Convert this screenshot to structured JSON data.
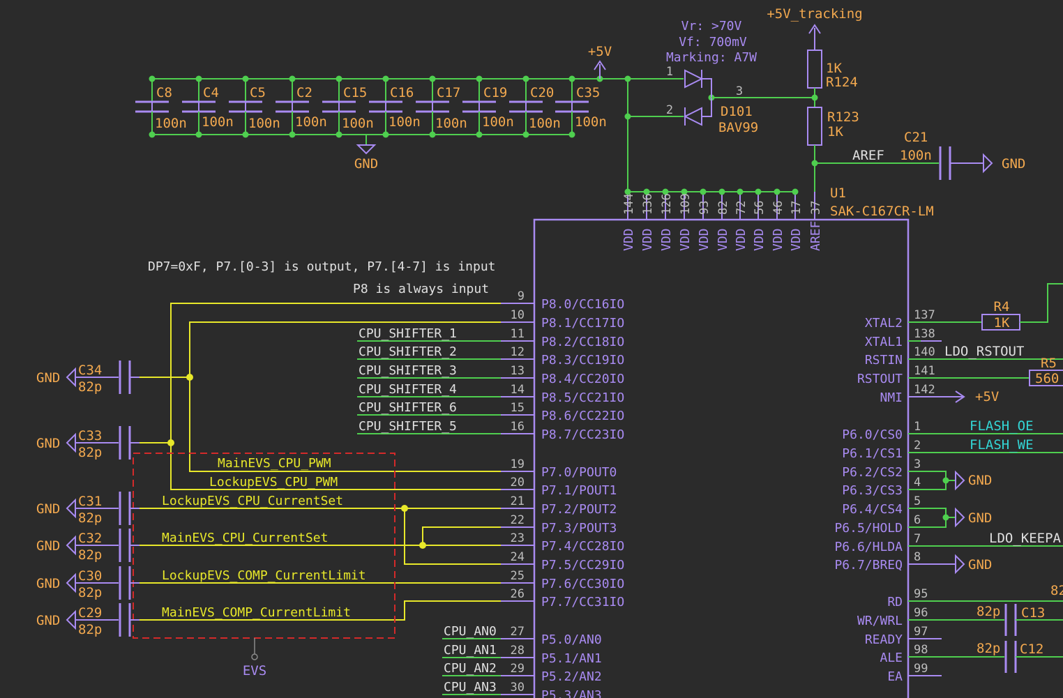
{
  "colors": {
    "background": "#2b2b2b",
    "wire": "#4fcf4f",
    "bus": "#e8e82a",
    "part": "#a98bf2",
    "label": "#f3a94f",
    "netlabel": "#e0e0e0",
    "cyan": "#33d6d6",
    "pinnum": "#bdbdbd",
    "red": "#d42a2a"
  },
  "power": {
    "v5": "+5V",
    "v5_tracking": "+5V_tracking",
    "gnd": "GND"
  },
  "caps": [
    {
      "ref": "C8",
      "value": "100n"
    },
    {
      "ref": "C4",
      "value": "100n"
    },
    {
      "ref": "C5",
      "value": "100n"
    },
    {
      "ref": "C2",
      "value": "100n"
    },
    {
      "ref": "C15",
      "value": "100n"
    },
    {
      "ref": "C16",
      "value": "100n"
    },
    {
      "ref": "C17",
      "value": "100n"
    },
    {
      "ref": "C19",
      "value": "100n"
    },
    {
      "ref": "C20",
      "value": "100n"
    },
    {
      "ref": "C35",
      "value": "100n"
    }
  ],
  "diode": {
    "note1": "Vr: >70V",
    "note2": "Vf: 700mV",
    "note3": "Marking: A7W",
    "ref": "D101",
    "value": "BAV99",
    "pin1": "1",
    "pin2": "2",
    "pin3": "3"
  },
  "resistors": {
    "r124_value": "1K",
    "r124_ref": "R124",
    "r123_ref": "R123",
    "r123_value": "1K",
    "r4_ref": "R4",
    "r4_value": "1K",
    "r5_ref": "R5",
    "r5_value": "560"
  },
  "aref": {
    "net": "AREF",
    "cap_ref": "C21",
    "cap_value": "100n"
  },
  "chip": {
    "ref": "U1",
    "value": "SAK-C167CR-LM",
    "top_pins": [
      {
        "num": "144",
        "name": "VDD"
      },
      {
        "num": "136",
        "name": "VDD"
      },
      {
        "num": "126",
        "name": "VDD"
      },
      {
        "num": "109",
        "name": "VDD"
      },
      {
        "num": "93",
        "name": "VDD"
      },
      {
        "num": "82",
        "name": "VDD"
      },
      {
        "num": "72",
        "name": "VDD"
      },
      {
        "num": "56",
        "name": "VDD"
      },
      {
        "num": "46",
        "name": "VDD"
      },
      {
        "num": "17",
        "name": "VDD"
      },
      {
        "num": "37",
        "name": "AREF"
      }
    ],
    "left_pins": [
      {
        "num": "9",
        "name": "P8.0/CC16IO",
        "net": ""
      },
      {
        "num": "10",
        "name": "P8.1/CC17IO",
        "net": ""
      },
      {
        "num": "11",
        "name": "P8.2/CC18IO",
        "net": "CPU_SHIFTER_1"
      },
      {
        "num": "12",
        "name": "P8.3/CC19IO",
        "net": "CPU_SHIFTER_2"
      },
      {
        "num": "13",
        "name": "P8.4/CC20IO",
        "net": "CPU_SHIFTER_3"
      },
      {
        "num": "14",
        "name": "P8.5/CC21IO",
        "net": "CPU_SHIFTER_4"
      },
      {
        "num": "15",
        "name": "P8.6/CC22IO",
        "net": "CPU_SHIFTER_6"
      },
      {
        "num": "16",
        "name": "P8.7/CC23IO",
        "net": "CPU_SHIFTER_5"
      },
      {
        "num": "19",
        "name": "P7.0/POUT0",
        "net": ""
      },
      {
        "num": "20",
        "name": "P7.1/POUT1",
        "net": ""
      },
      {
        "num": "21",
        "name": "P7.2/POUT2",
        "net": ""
      },
      {
        "num": "22",
        "name": "P7.3/POUT3",
        "net": ""
      },
      {
        "num": "23",
        "name": "P7.4/CC28IO",
        "net": ""
      },
      {
        "num": "24",
        "name": "P7.5/CC29IO",
        "net": ""
      },
      {
        "num": "25",
        "name": "P7.6/CC30IO",
        "net": ""
      },
      {
        "num": "26",
        "name": "P7.7/CC31IO",
        "net": ""
      },
      {
        "num": "27",
        "name": "P5.0/AN0",
        "net": "CPU_AN0"
      },
      {
        "num": "28",
        "name": "P5.1/AN1",
        "net": "CPU_AN1"
      },
      {
        "num": "29",
        "name": "P5.2/AN2",
        "net": "CPU_AN2"
      },
      {
        "num": "30",
        "name": "P5.3/AN3",
        "net": "CPU_AN3"
      }
    ],
    "right_pins": [
      {
        "num": "137",
        "name": "XTAL2"
      },
      {
        "num": "138",
        "name": "XTAL1"
      },
      {
        "num": "140",
        "name": "RSTIN"
      },
      {
        "num": "141",
        "name": "RSTOUT"
      },
      {
        "num": "142",
        "name": "NMI"
      },
      {
        "num": "1",
        "name": "P6.0/CS0"
      },
      {
        "num": "2",
        "name": "P6.1/CS1"
      },
      {
        "num": "3",
        "name": "P6.2/CS2"
      },
      {
        "num": "4",
        "name": "P6.3/CS3"
      },
      {
        "num": "5",
        "name": "P6.4/CS4"
      },
      {
        "num": "6",
        "name": "P6.5/HOLD"
      },
      {
        "num": "7",
        "name": "P6.6/HLDA"
      },
      {
        "num": "8",
        "name": "P6.7/BREQ"
      },
      {
        "num": "95",
        "name": "RD"
      },
      {
        "num": "96",
        "name": "WR/WRL"
      },
      {
        "num": "97",
        "name": "READY"
      },
      {
        "num": "98",
        "name": "ALE"
      },
      {
        "num": "99",
        "name": "EA"
      }
    ]
  },
  "right_nets": {
    "ldo_rstout": "LDO_RSTOUT",
    "flash_oe": "FLASH_OE",
    "flash_we": "FLASH_WE",
    "ldo_keep": "LDO_KEEPA",
    "c13_ref": "C13",
    "c13_value": "82p",
    "c12_ref": "C12",
    "c12_value": "82p",
    "edge_82": "82"
  },
  "notes": {
    "dp7": "DP7=0xF, P7.[0-3] is output, P7.[4-7] is input",
    "p8": "P8 is always input"
  },
  "evs": {
    "caps": [
      {
        "ref": "C34",
        "value": "82p"
      },
      {
        "ref": "C33",
        "value": "82p"
      },
      {
        "ref": "C31",
        "value": "82p"
      },
      {
        "ref": "C32",
        "value": "82p"
      },
      {
        "ref": "C30",
        "value": "82p"
      },
      {
        "ref": "C29",
        "value": "82p"
      }
    ],
    "nets": {
      "main_pwm": "MainEVS_CPU_PWM",
      "lockup_pwm": "LockupEVS_CPU_PWM",
      "lockup_cs": "LockupEVS_CPU_CurrentSet",
      "main_cs": "MainEVS_CPU_CurrentSet",
      "lockup_cl": "LockupEVS_COMP_CurrentLimit",
      "main_cl": "MainEVS_COMP_CurrentLimit"
    },
    "group_label": "EVS"
  }
}
